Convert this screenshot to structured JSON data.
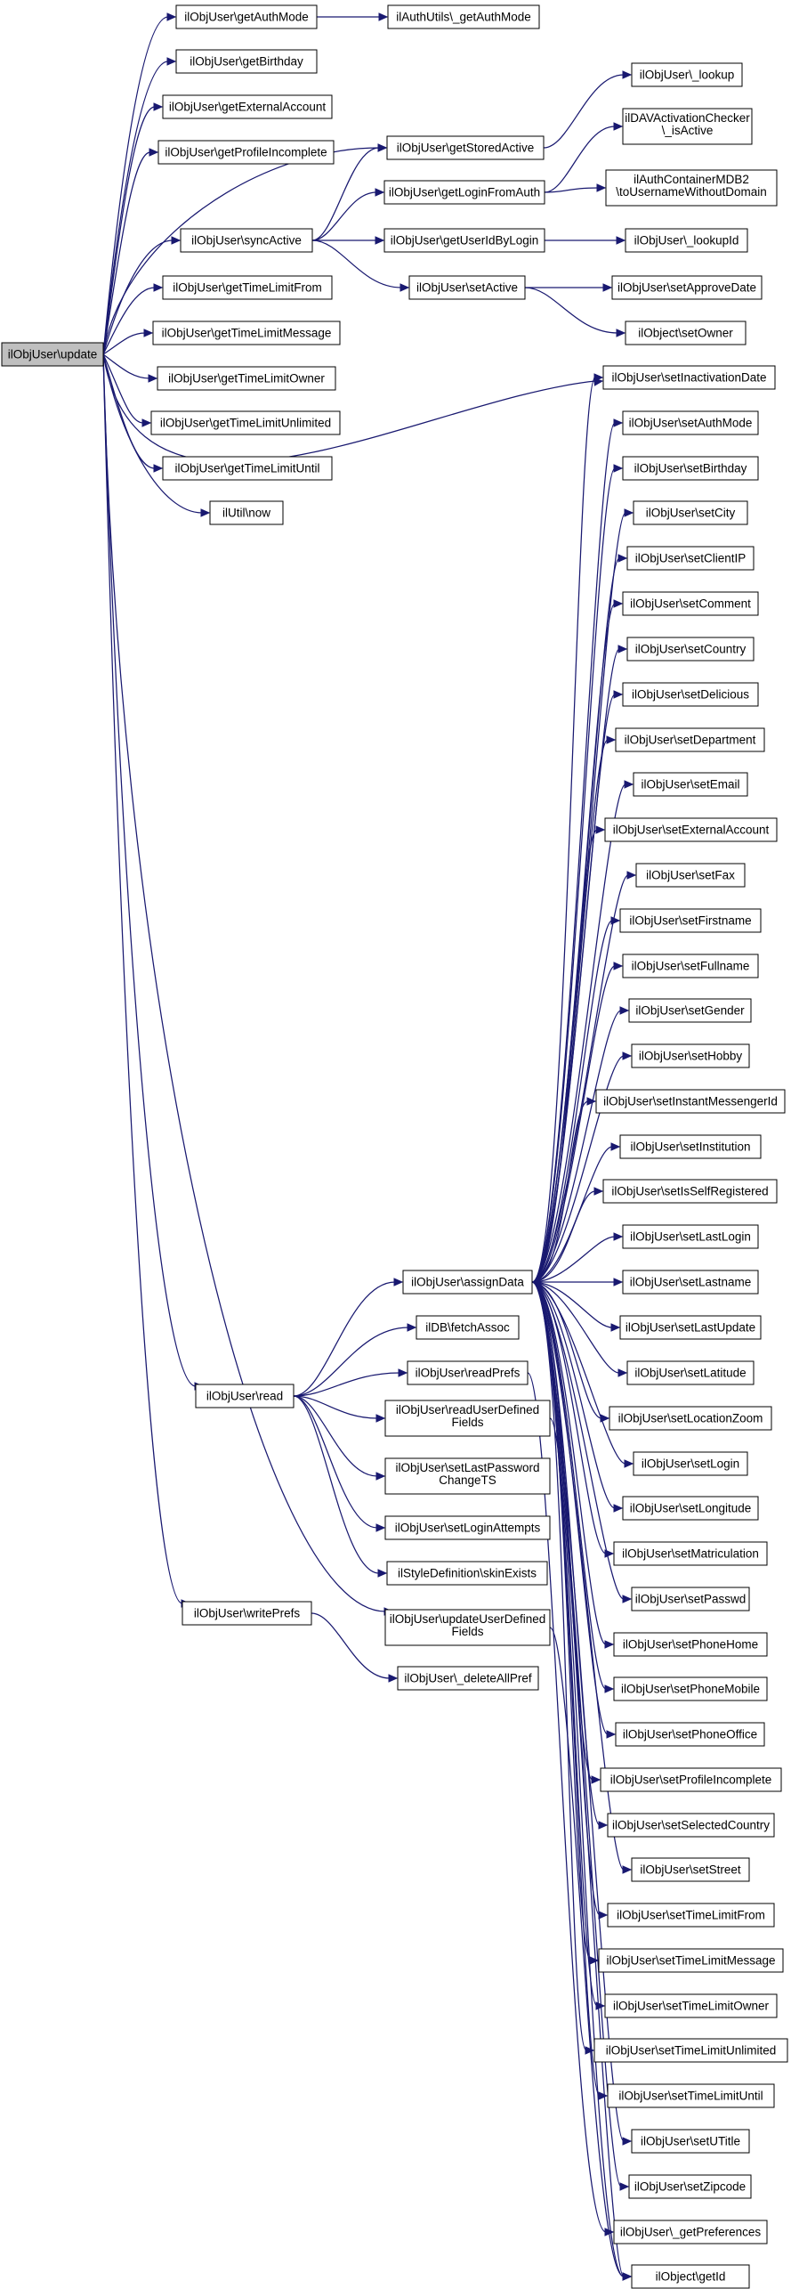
{
  "diagram": {
    "colors": {
      "edge": "#191970",
      "node_border": "#000000",
      "node_fill": "#ffffff",
      "root_fill": "#bfbfbf"
    },
    "nodes": [
      {
        "id": "update",
        "label": "ilObjUser\\update",
        "root": true
      },
      {
        "id": "getAuthMode",
        "label": "ilObjUser\\getAuthMode"
      },
      {
        "id": "authGetAuthMode",
        "label": "ilAuthUtils\\_getAuthMode"
      },
      {
        "id": "getBirthday",
        "label": "ilObjUser\\getBirthday"
      },
      {
        "id": "getExternalAccount",
        "label": "ilObjUser\\getExternalAccount"
      },
      {
        "id": "getProfileIncomplete",
        "label": "ilObjUser\\getProfileIncomplete"
      },
      {
        "id": "getStoredActive",
        "label": "ilObjUser\\getStoredActive"
      },
      {
        "id": "lookup",
        "label": "ilObjUser\\_lookup"
      },
      {
        "id": "isActive",
        "label": "ilDAVActivationChecker\n\\_isActive"
      },
      {
        "id": "getLoginFromAuth",
        "label": "ilObjUser\\getLoginFromAuth"
      },
      {
        "id": "toUsername",
        "label": "ilAuthContainerMDB2\n\\toUsernameWithoutDomain"
      },
      {
        "id": "syncActive",
        "label": "ilObjUser\\syncActive"
      },
      {
        "id": "getUserIdByLogin",
        "label": "ilObjUser\\getUserIdByLogin"
      },
      {
        "id": "lookupId",
        "label": "ilObjUser\\_lookupId"
      },
      {
        "id": "getTimeLimitFrom",
        "label": "ilObjUser\\getTimeLimitFrom"
      },
      {
        "id": "setActive",
        "label": "ilObjUser\\setActive"
      },
      {
        "id": "setApproveDate",
        "label": "ilObjUser\\setApproveDate"
      },
      {
        "id": "getTimeLimitMessage",
        "label": "ilObjUser\\getTimeLimitMessage"
      },
      {
        "id": "setOwner",
        "label": "ilObject\\setOwner"
      },
      {
        "id": "getTimeLimitOwner",
        "label": "ilObjUser\\getTimeLimitOwner"
      },
      {
        "id": "setInactivationDate",
        "label": "ilObjUser\\setInactivationDate"
      },
      {
        "id": "getTimeLimitUnlimited",
        "label": "ilObjUser\\getTimeLimitUnlimited"
      },
      {
        "id": "getTimeLimitUntil",
        "label": "ilObjUser\\getTimeLimitUntil"
      },
      {
        "id": "utilNow",
        "label": "ilUtil\\now"
      },
      {
        "id": "setAuthMode",
        "label": "ilObjUser\\setAuthMode"
      },
      {
        "id": "setBirthday",
        "label": "ilObjUser\\setBirthday"
      },
      {
        "id": "setCity",
        "label": "ilObjUser\\setCity"
      },
      {
        "id": "setClientIP",
        "label": "ilObjUser\\setClientIP"
      },
      {
        "id": "setComment",
        "label": "ilObjUser\\setComment"
      },
      {
        "id": "setCountry",
        "label": "ilObjUser\\setCountry"
      },
      {
        "id": "setDelicious",
        "label": "ilObjUser\\setDelicious"
      },
      {
        "id": "setDepartment",
        "label": "ilObjUser\\setDepartment"
      },
      {
        "id": "setEmail",
        "label": "ilObjUser\\setEmail"
      },
      {
        "id": "setExternalAccount",
        "label": "ilObjUser\\setExternalAccount"
      },
      {
        "id": "setFax",
        "label": "ilObjUser\\setFax"
      },
      {
        "id": "setFirstname",
        "label": "ilObjUser\\setFirstname"
      },
      {
        "id": "setFullname",
        "label": "ilObjUser\\setFullname"
      },
      {
        "id": "setGender",
        "label": "ilObjUser\\setGender"
      },
      {
        "id": "setHobby",
        "label": "ilObjUser\\setHobby"
      },
      {
        "id": "setInstantMessengerId",
        "label": "ilObjUser\\setInstantMessengerId"
      },
      {
        "id": "setInstitution",
        "label": "ilObjUser\\setInstitution"
      },
      {
        "id": "setIsSelfRegistered",
        "label": "ilObjUser\\setIsSelfRegistered"
      },
      {
        "id": "setLastLogin",
        "label": "ilObjUser\\setLastLogin"
      },
      {
        "id": "assignData",
        "label": "ilObjUser\\assignData"
      },
      {
        "id": "setLastname",
        "label": "ilObjUser\\setLastname"
      },
      {
        "id": "setLastUpdate",
        "label": "ilObjUser\\setLastUpdate"
      },
      {
        "id": "fetchAssoc",
        "label": "ilDB\\fetchAssoc"
      },
      {
        "id": "readPrefs",
        "label": "ilObjUser\\readPrefs"
      },
      {
        "id": "setLatitude",
        "label": "ilObjUser\\setLatitude"
      },
      {
        "id": "read",
        "label": "ilObjUser\\read"
      },
      {
        "id": "readUserDefinedFields",
        "label": "ilObjUser\\readUserDefined\nFields"
      },
      {
        "id": "setLocationZoom",
        "label": "ilObjUser\\setLocationZoom"
      },
      {
        "id": "setLogin",
        "label": "ilObjUser\\setLogin"
      },
      {
        "id": "setLastPasswordChangeTS",
        "label": "ilObjUser\\setLastPassword\nChangeTS"
      },
      {
        "id": "setLongitude",
        "label": "ilObjUser\\setLongitude"
      },
      {
        "id": "setLoginAttempts",
        "label": "ilObjUser\\setLoginAttempts"
      },
      {
        "id": "setMatriculation",
        "label": "ilObjUser\\setMatriculation"
      },
      {
        "id": "skinExists",
        "label": "ilStyleDefinition\\skinExists"
      },
      {
        "id": "setPasswd",
        "label": "ilObjUser\\setPasswd"
      },
      {
        "id": "writePrefs",
        "label": "ilObjUser\\writePrefs"
      },
      {
        "id": "updateUserDefinedFields",
        "label": "ilObjUser\\updateUserDefined\nFields"
      },
      {
        "id": "setPhoneHome",
        "label": "ilObjUser\\setPhoneHome"
      },
      {
        "id": "deleteAllPref",
        "label": "ilObjUser\\_deleteAllPref"
      },
      {
        "id": "setPhoneMobile",
        "label": "ilObjUser\\setPhoneMobile"
      },
      {
        "id": "setPhoneOffice",
        "label": "ilObjUser\\setPhoneOffice"
      },
      {
        "id": "setProfileIncomplete",
        "label": "ilObjUser\\setProfileIncomplete"
      },
      {
        "id": "setSelectedCountry",
        "label": "ilObjUser\\setSelectedCountry"
      },
      {
        "id": "setStreet",
        "label": "ilObjUser\\setStreet"
      },
      {
        "id": "setTimeLimitFrom",
        "label": "ilObjUser\\setTimeLimitFrom"
      },
      {
        "id": "setTimeLimitMessage",
        "label": "ilObjUser\\setTimeLimitMessage"
      },
      {
        "id": "setTimeLimitOwner",
        "label": "ilObjUser\\setTimeLimitOwner"
      },
      {
        "id": "setTimeLimitUnlimited",
        "label": "ilObjUser\\setTimeLimitUnlimited"
      },
      {
        "id": "setTimeLimitUntil",
        "label": "ilObjUser\\setTimeLimitUntil"
      },
      {
        "id": "setUTitle",
        "label": "ilObjUser\\setUTitle"
      },
      {
        "id": "setZipcode",
        "label": "ilObjUser\\setZipcode"
      },
      {
        "id": "getPreferences",
        "label": "ilObjUser\\_getPreferences"
      },
      {
        "id": "getId",
        "label": "ilObject\\getId"
      }
    ],
    "edges": [
      [
        "update",
        "getAuthMode"
      ],
      [
        "getAuthMode",
        "authGetAuthMode"
      ],
      [
        "update",
        "getBirthday"
      ],
      [
        "update",
        "getExternalAccount"
      ],
      [
        "update",
        "getProfileIncomplete"
      ],
      [
        "update",
        "getStoredActive"
      ],
      [
        "getStoredActive",
        "lookup"
      ],
      [
        "update",
        "syncActive"
      ],
      [
        "syncActive",
        "getStoredActive"
      ],
      [
        "syncActive",
        "getLoginFromAuth"
      ],
      [
        "getLoginFromAuth",
        "isActive"
      ],
      [
        "getLoginFromAuth",
        "toUsername"
      ],
      [
        "syncActive",
        "getUserIdByLogin"
      ],
      [
        "getUserIdByLogin",
        "lookupId"
      ],
      [
        "syncActive",
        "setActive"
      ],
      [
        "setActive",
        "setApproveDate"
      ],
      [
        "setActive",
        "setOwner"
      ],
      [
        "update",
        "getTimeLimitFrom"
      ],
      [
        "update",
        "getTimeLimitMessage"
      ],
      [
        "update",
        "getTimeLimitOwner"
      ],
      [
        "update",
        "getTimeLimitUnlimited"
      ],
      [
        "update",
        "getTimeLimitUntil"
      ],
      [
        "update",
        "utilNow"
      ],
      [
        "update",
        "setInactivationDate"
      ],
      [
        "update",
        "read"
      ],
      [
        "update",
        "updateUserDefinedFields"
      ],
      [
        "update",
        "writePrefs"
      ],
      [
        "read",
        "assignData"
      ],
      [
        "read",
        "fetchAssoc"
      ],
      [
        "read",
        "readPrefs"
      ],
      [
        "read",
        "readUserDefinedFields"
      ],
      [
        "read",
        "setLastPasswordChangeTS"
      ],
      [
        "read",
        "setLoginAttempts"
      ],
      [
        "read",
        "skinExists"
      ],
      [
        "writePrefs",
        "deleteAllPref"
      ],
      [
        "readPrefs",
        "getPreferences"
      ],
      [
        "readUserDefinedFields",
        "getId"
      ],
      [
        "updateUserDefinedFields",
        "getId"
      ],
      [
        "assignData",
        "setInactivationDate"
      ],
      [
        "assignData",
        "setAuthMode"
      ],
      [
        "assignData",
        "setBirthday"
      ],
      [
        "assignData",
        "setCity"
      ],
      [
        "assignData",
        "setClientIP"
      ],
      [
        "assignData",
        "setComment"
      ],
      [
        "assignData",
        "setCountry"
      ],
      [
        "assignData",
        "setDelicious"
      ],
      [
        "assignData",
        "setDepartment"
      ],
      [
        "assignData",
        "setEmail"
      ],
      [
        "assignData",
        "setExternalAccount"
      ],
      [
        "assignData",
        "setFax"
      ],
      [
        "assignData",
        "setFirstname"
      ],
      [
        "assignData",
        "setFullname"
      ],
      [
        "assignData",
        "setGender"
      ],
      [
        "assignData",
        "setHobby"
      ],
      [
        "assignData",
        "setInstantMessengerId"
      ],
      [
        "assignData",
        "setInstitution"
      ],
      [
        "assignData",
        "setIsSelfRegistered"
      ],
      [
        "assignData",
        "setLastLogin"
      ],
      [
        "assignData",
        "setLastname"
      ],
      [
        "assignData",
        "setLastUpdate"
      ],
      [
        "assignData",
        "setLatitude"
      ],
      [
        "assignData",
        "setLocationZoom"
      ],
      [
        "assignData",
        "setLogin"
      ],
      [
        "assignData",
        "setLongitude"
      ],
      [
        "assignData",
        "setMatriculation"
      ],
      [
        "assignData",
        "setPasswd"
      ],
      [
        "assignData",
        "setPhoneHome"
      ],
      [
        "assignData",
        "setPhoneMobile"
      ],
      [
        "assignData",
        "setPhoneOffice"
      ],
      [
        "assignData",
        "setProfileIncomplete"
      ],
      [
        "assignData",
        "setSelectedCountry"
      ],
      [
        "assignData",
        "setStreet"
      ],
      [
        "assignData",
        "setTimeLimitFrom"
      ],
      [
        "assignData",
        "setTimeLimitMessage"
      ],
      [
        "assignData",
        "setTimeLimitOwner"
      ],
      [
        "assignData",
        "setTimeLimitUnlimited"
      ],
      [
        "assignData",
        "setTimeLimitUntil"
      ],
      [
        "assignData",
        "setUTitle"
      ],
      [
        "assignData",
        "setZipcode"
      ],
      [
        "assignData",
        "getId"
      ]
    ]
  }
}
